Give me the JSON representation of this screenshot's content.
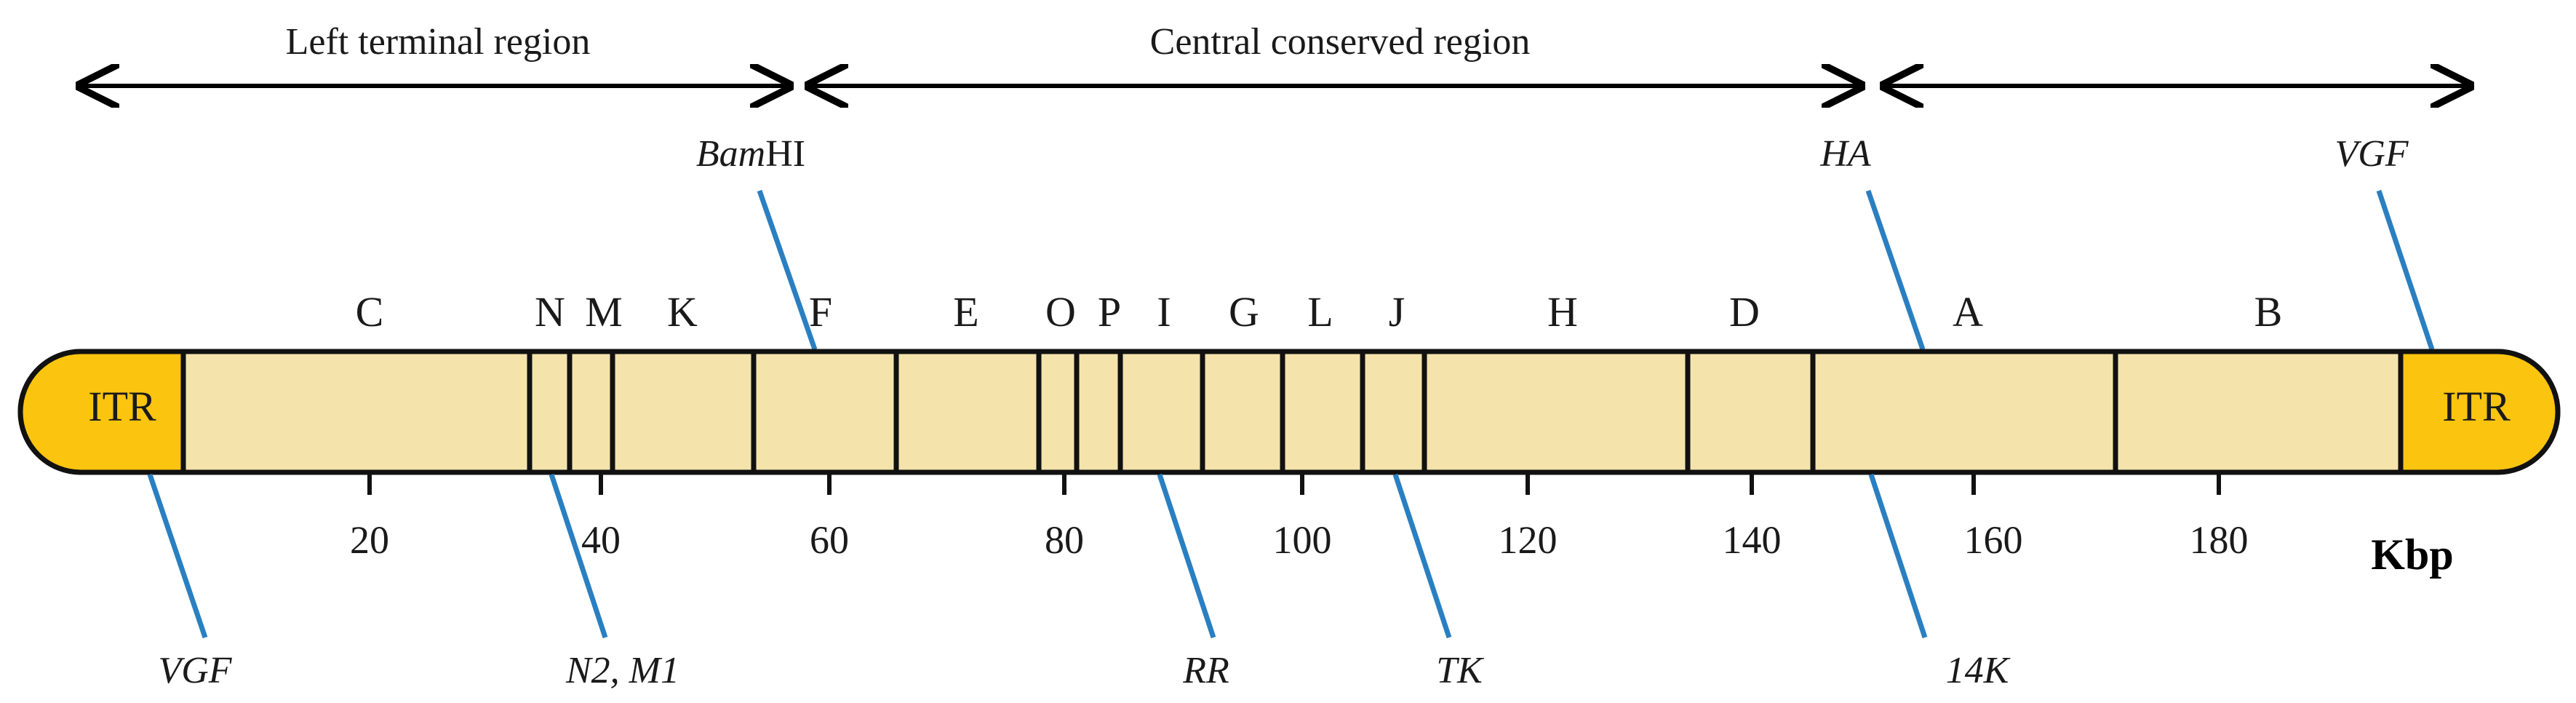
{
  "regions": [
    {
      "label": "Left terminal region"
    },
    {
      "label": "Central conserved region"
    },
    {
      "label": ""
    }
  ],
  "itr": {
    "left": "ITR",
    "right": "ITR"
  },
  "fragments": [
    "C",
    "N",
    "M",
    "K",
    "F",
    "E",
    "O",
    "P",
    "I",
    "G",
    "L",
    "J",
    "H",
    "D",
    "A",
    "B"
  ],
  "axis": {
    "ticks": [
      "20",
      "40",
      "60",
      "80",
      "100",
      "120",
      "140",
      "160",
      "180"
    ],
    "unit": "Kbp"
  },
  "genes_top": [
    {
      "label_italic": "Bam",
      "label_plain": "HI"
    },
    {
      "label_italic": "HA",
      "label_plain": ""
    },
    {
      "label_italic": "VGF",
      "label_plain": ""
    }
  ],
  "genes_bottom": [
    {
      "label": "VGF"
    },
    {
      "label": "N2, M1"
    },
    {
      "label": "RR"
    },
    {
      "label": "TK"
    },
    {
      "label": "14K"
    }
  ],
  "colors": {
    "genome_fill": "#f4e4ac",
    "itr_fill": "#fbc40e",
    "marker_line": "#2a7fc1",
    "outline": "#111111"
  }
}
